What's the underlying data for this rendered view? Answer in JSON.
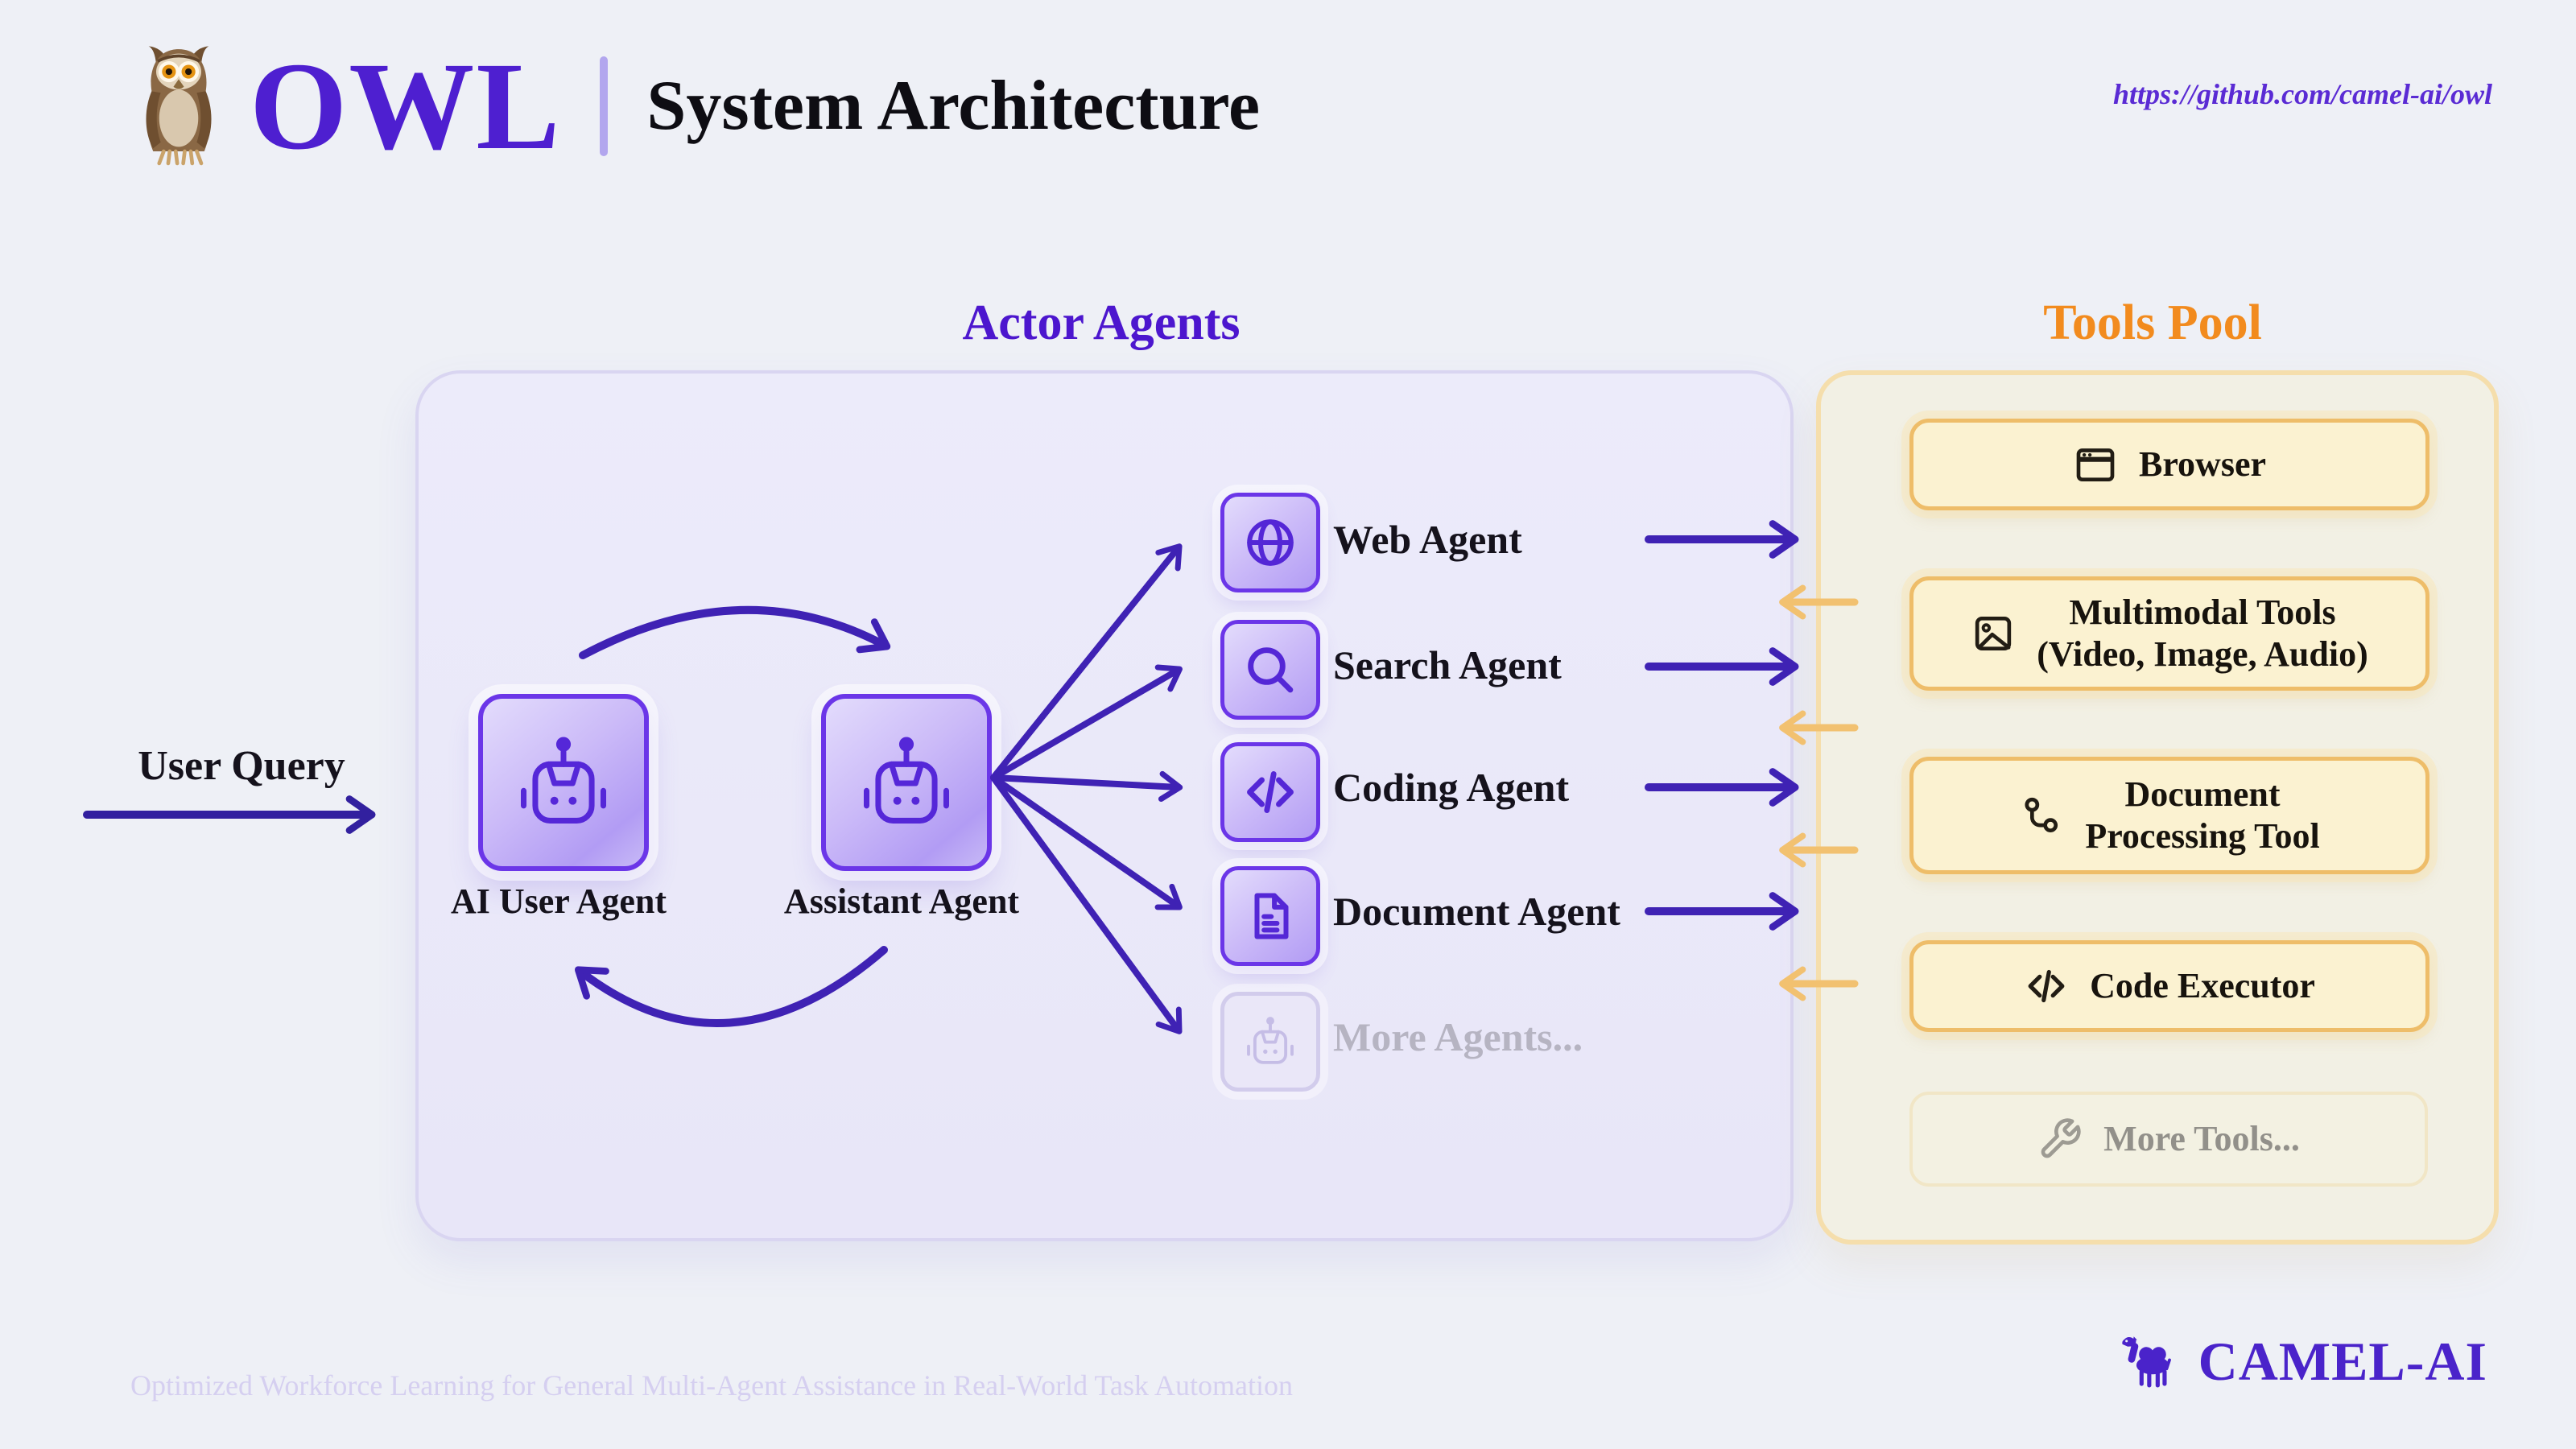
{
  "header": {
    "logo_text": "OWL",
    "page_title": "System Architecture",
    "repo_url": "https://github.com/camel-ai/owl"
  },
  "actor_pool": {
    "title": "Actor Agents",
    "input_label": "User Query",
    "core_agents": [
      {
        "label": "AI User Agent",
        "icon": "robot"
      },
      {
        "label": "Assistant Agent",
        "icon": "robot"
      }
    ],
    "actor_agents": [
      {
        "label": "Web Agent",
        "icon": "globe"
      },
      {
        "label": "Search Agent",
        "icon": "magnifier"
      },
      {
        "label": "Coding Agent",
        "icon": "code-brackets"
      },
      {
        "label": "Document Agent",
        "icon": "document"
      },
      {
        "label": "More Agents...",
        "icon": "robot",
        "muted": true
      }
    ]
  },
  "tools_pool": {
    "title": "Tools Pool",
    "tools": [
      {
        "label": "Browser",
        "icon": "browser-window"
      },
      {
        "label": "Multimodal Tools",
        "sublabel": "(Video, Image, Audio)",
        "icon": "image"
      },
      {
        "label": "Document",
        "sublabel": "Processing Tool",
        "icon": "route"
      },
      {
        "label": "Code Executor",
        "icon": "code-brackets"
      },
      {
        "label": "More Tools...",
        "icon": "wrench",
        "muted": true
      }
    ]
  },
  "footer": {
    "tagline": "Optimized Workforce Learning for General Multi-Agent Assistance in Real-World Task Automation",
    "brand": "CAMEL-AI"
  },
  "colors": {
    "background": "#eef0f6",
    "brand_purple": "#4e1fd0",
    "arrow_purple": "#3f22b4",
    "arrow_orange": "#f2c170",
    "actor_box_fill": "#e9e7f8",
    "tools_title_orange": "#f28b1e",
    "tools_box_fill": "#f2f0e4",
    "tool_button_fill": "#fbf2d1",
    "tool_button_border": "#eebd69"
  }
}
